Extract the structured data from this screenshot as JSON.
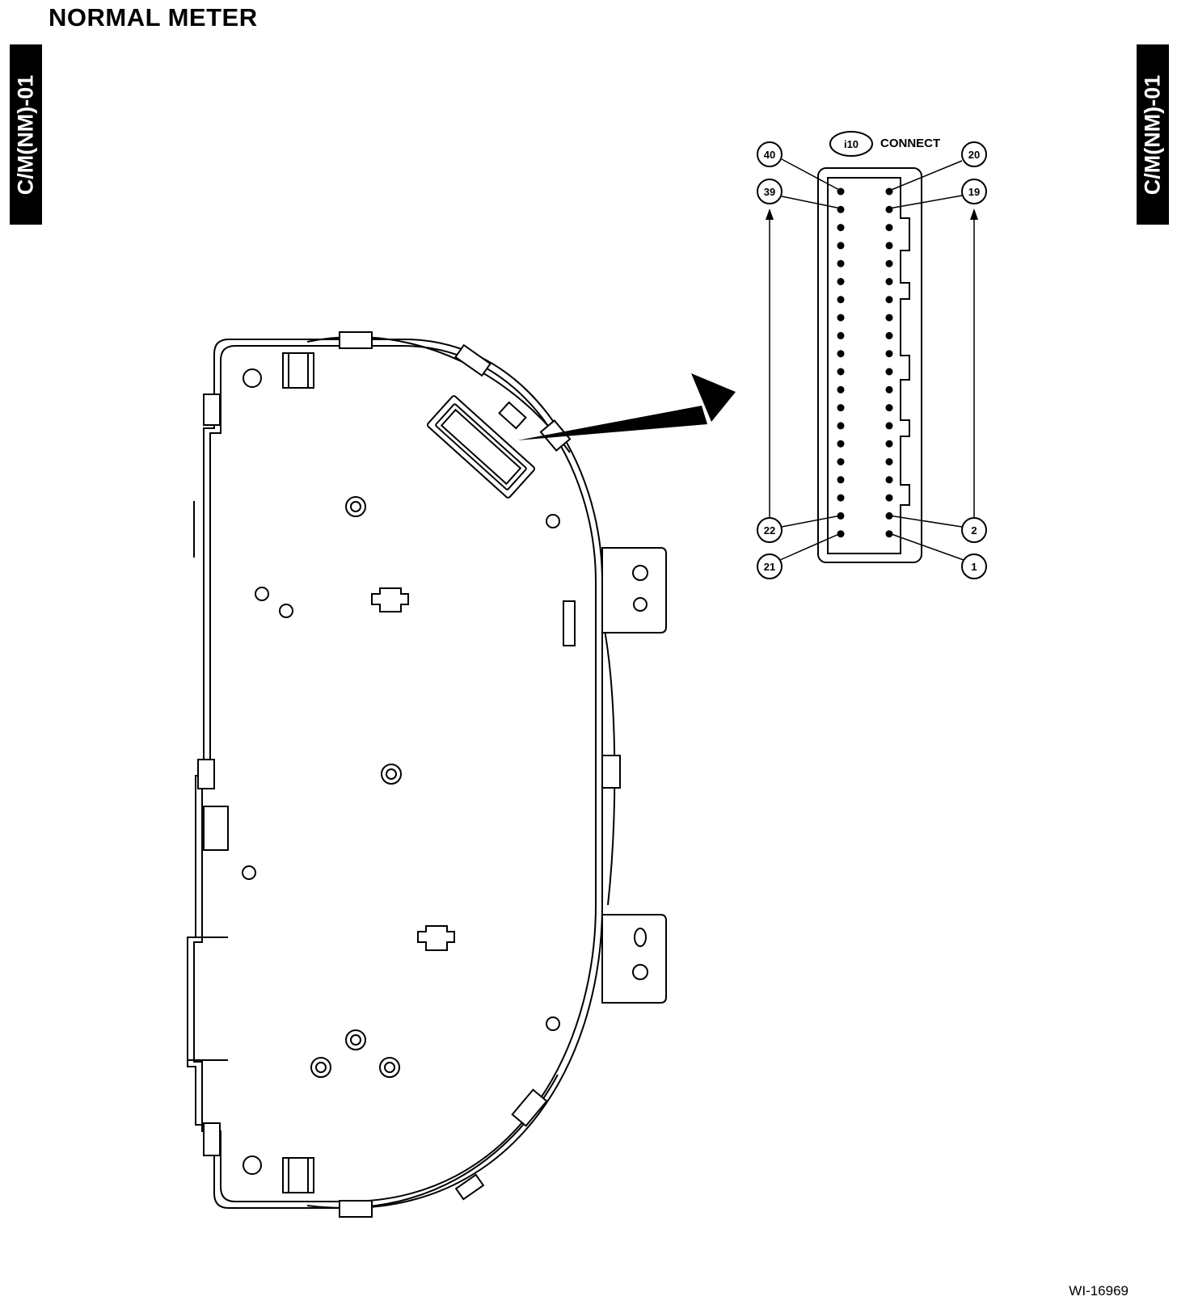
{
  "title": "NORMAL METER",
  "side_label_left": "C/M(NM)-01",
  "side_label_right": "C/M(NM)-01",
  "connector": {
    "id": "i10",
    "label": "CONNECT",
    "pins": {
      "top_left": "40",
      "second_left": "39",
      "top_right": "20",
      "second_right": "19",
      "bottom_left_upper": "22",
      "bottom_left": "21",
      "bottom_right_upper": "2",
      "bottom_right": "1"
    }
  },
  "figure_code": "WI-16969"
}
